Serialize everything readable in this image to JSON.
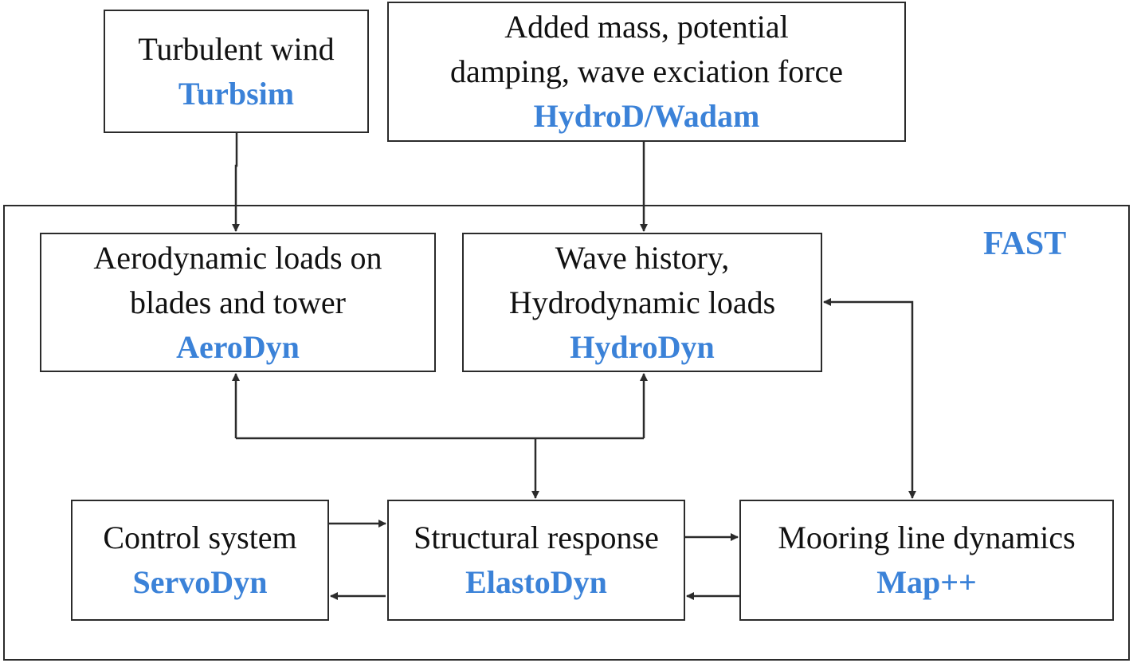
{
  "colors": {
    "tool_label": "#3b82d8",
    "stroke": "#2b2b2b",
    "text": "#111111"
  },
  "container": {
    "label": "FAST"
  },
  "boxes": {
    "turbsim": {
      "lines": [
        "Turbulent wind"
      ],
      "tool": "Turbsim"
    },
    "hydrod": {
      "lines": [
        "Added mass, potential",
        "damping, wave exciation force"
      ],
      "tool": "HydroD/Wadam"
    },
    "aerodyn": {
      "lines": [
        "Aerodynamic loads on",
        "blades and tower"
      ],
      "tool": "AeroDyn"
    },
    "hydrodyn": {
      "lines": [
        "Wave history,",
        "Hydrodynamic loads"
      ],
      "tool": "HydroDyn"
    },
    "servodyn": {
      "lines": [
        "Control system"
      ],
      "tool": "ServoDyn"
    },
    "elastodyn": {
      "lines": [
        "Structural response"
      ],
      "tool": "ElastoDyn"
    },
    "map": {
      "lines": [
        "Mooring line dynamics"
      ],
      "tool": "Map++"
    }
  }
}
